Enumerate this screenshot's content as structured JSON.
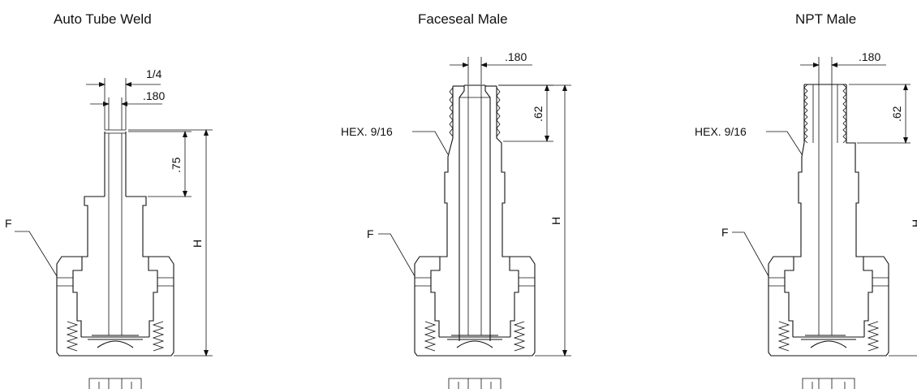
{
  "drawings": [
    {
      "title": "Auto Tube Weld",
      "labels": {
        "od": "1/4",
        "id": ".180",
        "length": ".75",
        "height": "H",
        "flat": "F"
      }
    },
    {
      "title": "Faceseal Male",
      "labels": {
        "id": ".180",
        "length": ".62",
        "height": "H",
        "flat": "F",
        "hex": "HEX. 9/16"
      }
    },
    {
      "title": "NPT Male",
      "labels": {
        "id": ".180",
        "length": ".62",
        "height": "H",
        "flat": "F",
        "hex": "HEX. 9/16"
      }
    }
  ],
  "colors": {
    "line": "#111111",
    "background": "#ffffff"
  }
}
